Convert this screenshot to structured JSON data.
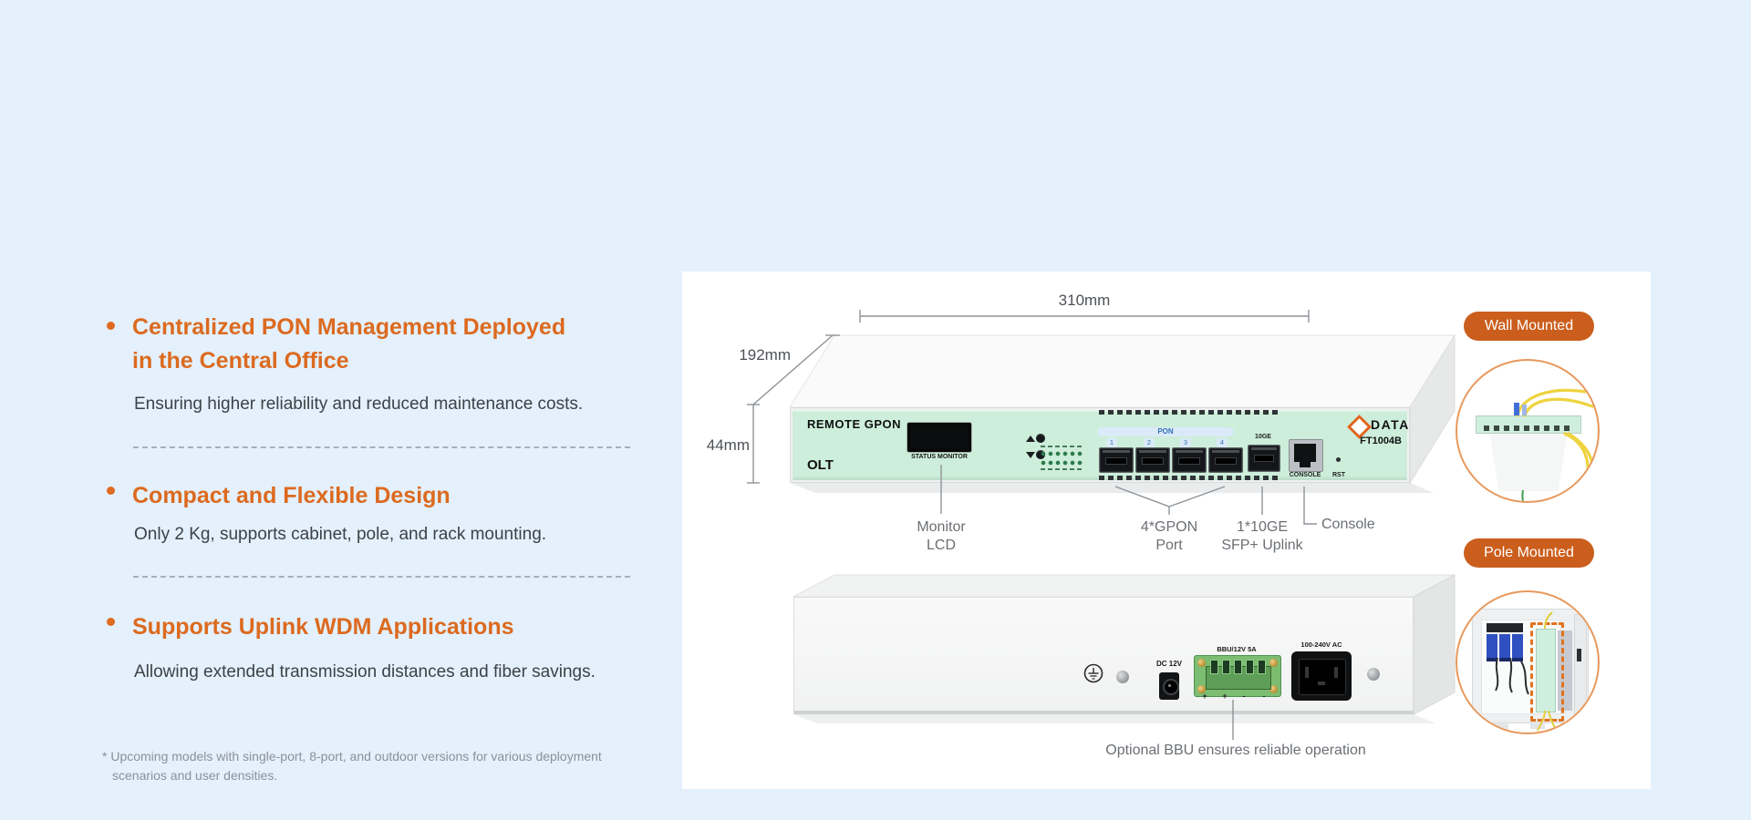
{
  "features": {
    "items": [
      {
        "title": "Centralized PON Management Deployed\nin the Central Office",
        "desc": "Ensuring higher reliability and reduced maintenance costs."
      },
      {
        "title": "Compact and Flexible Design",
        "desc": "Only 2 Kg, supports cabinet, pole, and rack mounting."
      },
      {
        "title": "Supports Uplink WDM Applications",
        "desc": "Allowing extended transmission distances and fiber savings."
      }
    ],
    "footnote": "* Upcoming models with single-port, 8-port, and outdoor versions for various deployment\nscenarios and user densities."
  },
  "dimensions": {
    "width": "310mm",
    "depth": "192mm",
    "height": "44mm"
  },
  "front": {
    "title": "REMOTE GPON",
    "type": "OLT",
    "lcd": "STATUS MONITOR",
    "pon": "PON",
    "ports": [
      "1",
      "2",
      "3",
      "4"
    ],
    "uplink": "10GE",
    "console": "CONSOLE",
    "reset": "RST",
    "brand": "DATA",
    "model": "FT1004B"
  },
  "front_callouts": {
    "monitor1": "Monitor",
    "monitor2": "LCD",
    "gpon1": "4*GPON",
    "gpon2": "Port",
    "uplink1": "1*10GE",
    "uplink2": "SFP+ Uplink",
    "console": "Console"
  },
  "rear": {
    "dc": "DC 12V",
    "bbu": "BBU/12V 5A",
    "ac": "100-240V AC",
    "polarity": [
      "+",
      "+",
      "-",
      "-"
    ]
  },
  "rear_callout": "Optional BBU ensures reliable operation",
  "badges": {
    "wall": "Wall Mounted",
    "pole": "Pole Mounted"
  },
  "colors": {
    "background": "#e4f0fc",
    "accent_heading": "#dc6a1f",
    "badge_orange": "#cb5e1d",
    "panel_mint": "#cdeeda",
    "body_text": "#3c4248",
    "callout_text": "#6b6f74"
  }
}
